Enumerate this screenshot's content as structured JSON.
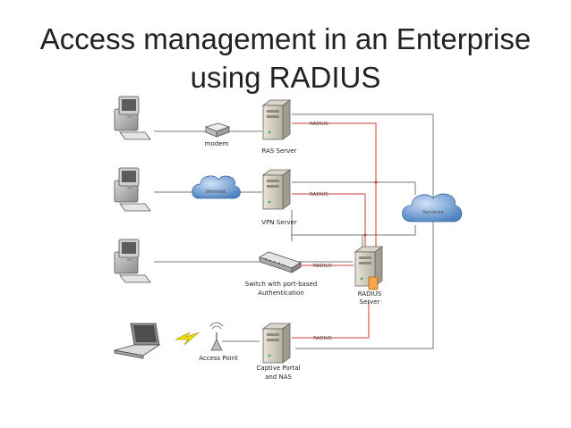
{
  "title": {
    "line1": "Access management in an Enterprise",
    "line2": "using RADIUS"
  },
  "diagram": {
    "labels": {
      "modem": "modem",
      "internet": "Internet",
      "services": "Services",
      "ras_server": "RAS Server",
      "vpn_server": "VPN Server",
      "switch_line1": "Switch with port-based",
      "switch_line2": "Authentication",
      "radius_server_line1": "RADIUS",
      "radius_server_line2": "Server",
      "access_point": "Access Point",
      "captive_line1": "Captive Portal",
      "captive_line2": "and NAS",
      "radius_link": "RADIUS"
    },
    "colors": {
      "radius_line": "#d23a3a",
      "network_line": "#777777",
      "cloud_fill": "#5f8fc8",
      "lightning": "#f0e000"
    }
  }
}
